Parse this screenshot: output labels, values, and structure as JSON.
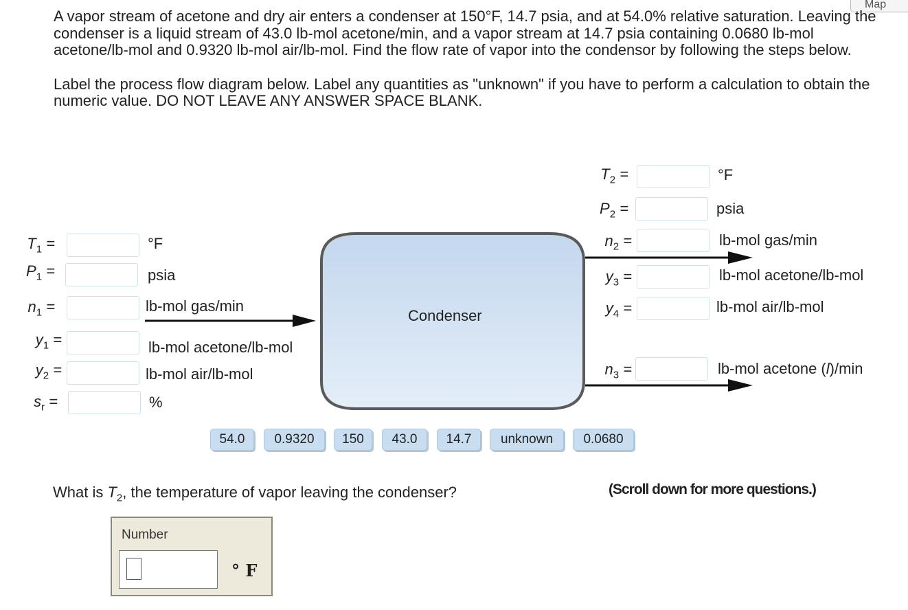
{
  "problem": {
    "paragraph1": "A vapor stream of acetone and dry air enters a condenser at 150°F, 14.7 psia, and at 54.0% relative saturation. Leaving the condenser is a liquid stream of 43.0 lb-mol acetone/min, and a vapor stream at 14.7 psia containing 0.0680 lb-mol acetone/lb-mol and 0.9320 lb-mol air/lb-mol. Find the flow rate of vapor into the condensor by following the steps below.",
    "paragraph2": "Label the process flow diagram below. Label any quantities as \"unknown\" if you have to perform a calculation to obtain the numeric value. DO NOT LEAVE ANY ANSWER SPACE BLANK."
  },
  "map_button": {
    "label": "Map"
  },
  "diagram": {
    "unit_label": "Condenser",
    "inlet": [
      {
        "var": "T",
        "sub": "1",
        "unit": "°F",
        "value": ""
      },
      {
        "var": "P",
        "sub": "1",
        "unit": "psia",
        "value": ""
      },
      {
        "var": "n",
        "sub": "1",
        "unit": "lb-mol gas/min",
        "value": ""
      },
      {
        "var": "y",
        "sub": "1",
        "unit": "lb-mol acetone/lb-mol",
        "value": ""
      },
      {
        "var": "y",
        "sub": "2",
        "unit": "lb-mol air/lb-mol",
        "value": ""
      },
      {
        "var": "s",
        "sub": "r",
        "unit": "%",
        "value": ""
      }
    ],
    "outlet_vapor": [
      {
        "var": "T",
        "sub": "2",
        "unit": "°F",
        "value": ""
      },
      {
        "var": "P",
        "sub": "2",
        "unit": "psia",
        "value": ""
      },
      {
        "var": "n",
        "sub": "2",
        "unit": "lb-mol gas/min",
        "value": ""
      },
      {
        "var": "y",
        "sub": "3",
        "unit": "lb-mol acetone/lb-mol",
        "value": ""
      },
      {
        "var": "y",
        "sub": "4",
        "unit": "lb-mol air/lb-mol",
        "value": ""
      }
    ],
    "outlet_liquid": {
      "var": "n",
      "sub": "3",
      "unit_pre": "lb-mol acetone (",
      "unit_ital": "l",
      "unit_post": ")/min",
      "value": ""
    }
  },
  "chips": [
    "54.0",
    "0.9320",
    "150",
    "43.0",
    "14.7",
    "unknown",
    "0.0680"
  ],
  "question": {
    "pre": "What is ",
    "var": "T",
    "sub": "2",
    "post": ", the temperature of vapor leaving the condenser?"
  },
  "scroll_note": "(Scroll down for more questions.)",
  "answer": {
    "label": "Number",
    "value": "",
    "unit": "° F"
  },
  "colors": {
    "vessel_fill": "#c8daf0",
    "vessel_stroke": "#5a5a5a",
    "chip_bg": "#c9ddf1"
  }
}
